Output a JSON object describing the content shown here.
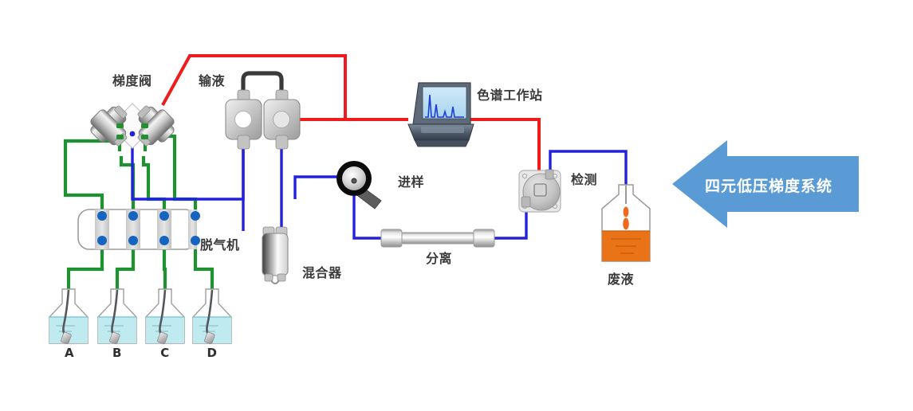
{
  "diagram": {
    "title": "四元低压梯度系统",
    "banner": {
      "text": "四元低压梯度系统",
      "fill": "#5B9BD5",
      "text_color": "#ffffff"
    },
    "labels": {
      "gradient_valve": "梯度阀",
      "pump": "输液",
      "workstation": "色谱工作站",
      "injector": "进样",
      "mixer": "混合器",
      "degasser": "脱气机",
      "column": "分离",
      "detector": "检测",
      "waste": "废液"
    },
    "bottles": [
      {
        "id": "A",
        "label": "A",
        "liquid": "#bfeaf0"
      },
      {
        "id": "B",
        "label": "B",
        "liquid": "#bfeaf0"
      },
      {
        "id": "C",
        "label": "C",
        "liquid": "#bfeaf0"
      },
      {
        "id": "D",
        "label": "D",
        "liquid": "#bfeaf0"
      }
    ],
    "colors": {
      "tube_green": "#1f9130",
      "tube_blue": "#2222dd",
      "tube_red": "#ee1c1c",
      "tube_dark": "#3a3a3a",
      "waste_liquid": "#ea7317",
      "solvent_liquid": "#bfeaf0",
      "metal_light": "#f2f2f2",
      "metal_mid": "#b9b9b9",
      "metal_dark": "#6e6e6e",
      "degasser_dot": "#1565c0",
      "screen": "#bfe3f5",
      "screen_peak": "#1f3fd0"
    },
    "flow": {
      "green_path": "bottles-to-degasser-to-gradient-valve",
      "blue_path": "valve-to-pump-to-mixer-to-injector-to-column-to-detector-to-waste",
      "red_path": "valve-and-pump-to-workstation-to-detector"
    }
  }
}
